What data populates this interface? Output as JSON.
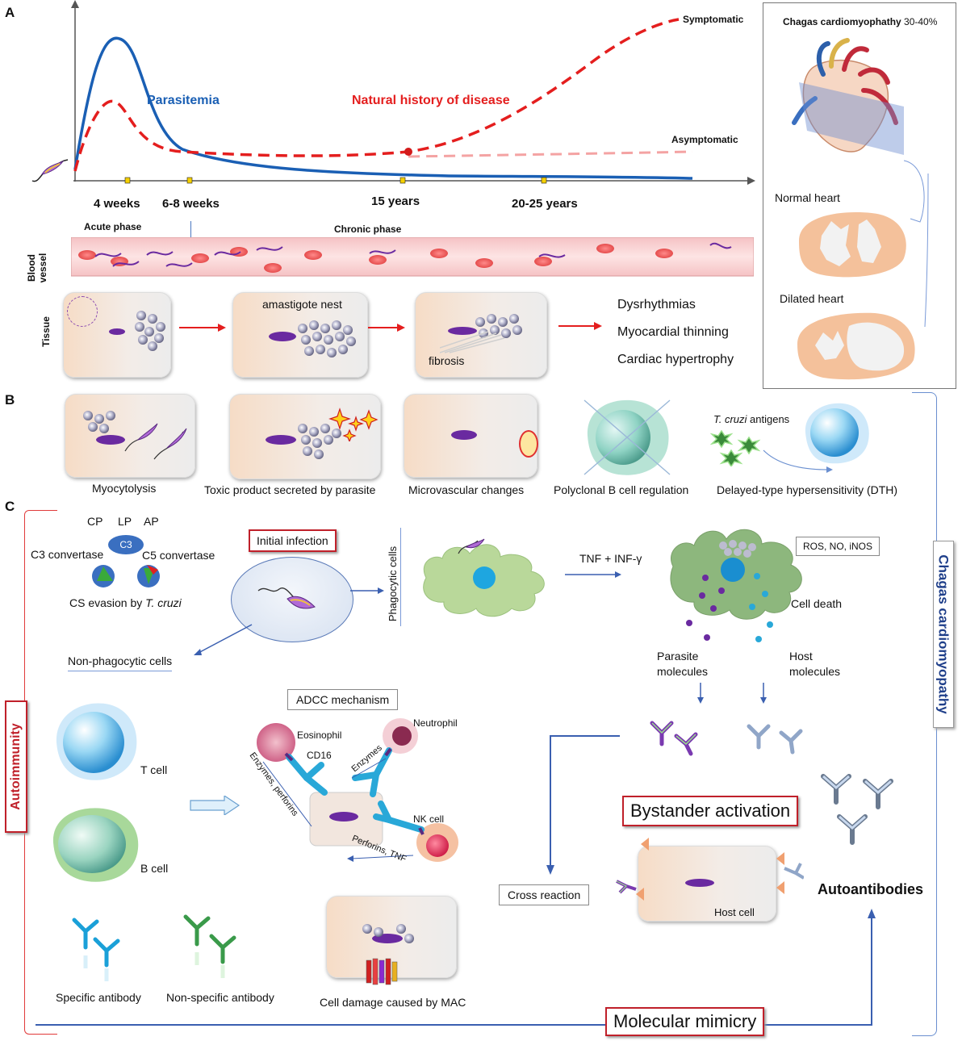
{
  "panel_a": {
    "letter": "A",
    "curve_parasitemia": "Parasitemia",
    "curve_natural_history": "Natural history of disease",
    "label_symptomatic": "Symptomatic",
    "label_asymptomatic": "Asymptomatic",
    "x_ticks": [
      "4 weeks",
      "6-8 weeks",
      "15 years",
      "20-25 years"
    ],
    "acute_phase": "Acute phase",
    "chronic_phase": "Chronic phase",
    "blood_vessel_label": "Blood vessel",
    "tissue_label": "Tissue",
    "amastigote_nest": "amastigote nest",
    "fibrosis": "fibrosis",
    "outcomes": [
      "Dysrhythmias",
      "Myocardial thinning",
      "Cardiac hypertrophy"
    ],
    "heart_box": {
      "title_bold": "Chagas cardiomyophathy",
      "title_pct": " 30-40%",
      "normal_heart": "Normal heart",
      "dilated_heart": "Dilated heart"
    }
  },
  "panel_b": {
    "letter": "B",
    "items": [
      "Myocytolysis",
      "Toxic product secreted by parasite",
      "Microvascular changes",
      "Polyclonal B cell regulation",
      "Delayed-type hypersensitivity (DTH)"
    ],
    "antigen_italic": "T. cruzi",
    "antigen_rest": " antigens"
  },
  "panel_c": {
    "letter": "C",
    "complement": {
      "cp": "CP",
      "lp": "LP",
      "ap": "AP",
      "c3": "C3",
      "c3_convertase": "C3 convertase",
      "c5_convertase": "C5 convertase",
      "evasion_prefix": "CS evasion by ",
      "evasion_italic": "T. cruzi"
    },
    "initial_infection": "Initial infection",
    "phagocytic_cells": "Phagocytic cells",
    "non_phagocytic_cells": "Non-phagocytic cells",
    "tnf_inf": "TNF + INF-γ",
    "ros_box": "ROS, NO, iNOS",
    "cell_death": "Cell death",
    "parasite_molecules_1": "Parasite",
    "parasite_molecules_2": "molecules",
    "host_molecules_1": "Host",
    "host_molecules_2": "molecules",
    "adcc": "ADCC mechanism",
    "eosinophil": "Eosinophil",
    "neutrophil": "Neutrophil",
    "cd16": "CD16",
    "nk_cell": "NK cell",
    "enzymes": "Enzymes",
    "enzymes_perforins": "Enzymes, perforins",
    "perforins_tnf": "Perforins, TNF",
    "t_cell": "T cell",
    "b_cell": "B cell",
    "specific_antibody": "Specific antibody",
    "non_specific_antibody": "Non-specific antibody",
    "mac_damage": "Cell damage caused by MAC",
    "bystander": "Bystander activation",
    "cross_reaction": "Cross reaction",
    "host_cell": "Host cell",
    "autoantibodies": "Autoantibodies",
    "molecular_mimicry": "Molecular mimicry",
    "autoimmunity": "Autoimmunity",
    "chagas_cardiomyopathy": "Chagas cardiomyopathy"
  },
  "colors": {
    "parasitemia_blue": "#1a5fb4",
    "natural_history_red": "#e41e1e",
    "frame_red": "#c0202a",
    "side_blue": "#1f3f8a",
    "antibody_blue": "#29a8d8",
    "cell_green": "#a7cf8a"
  }
}
